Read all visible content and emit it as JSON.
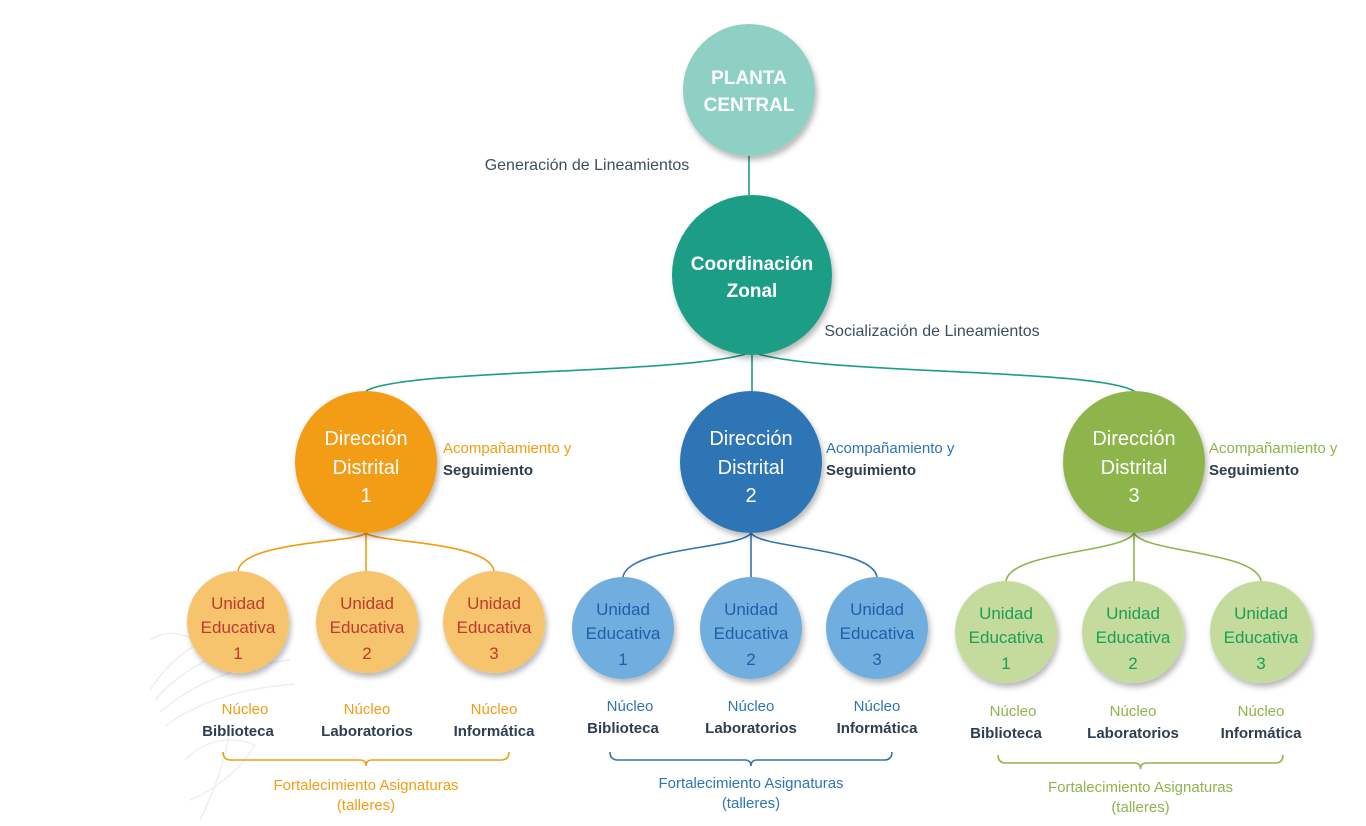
{
  "colors": {
    "planta": "#8ED0C4",
    "coordinacion": "#1A9E86",
    "teal_line": "#1A9E86",
    "orange": "#F39C12",
    "orange_light": "#F7C46E",
    "orange_text": "#C0392B",
    "blue": "#2E75B6",
    "blue_light": "#6FAEDF",
    "blue_text": "#1F5FA8",
    "green": "#8DB54B",
    "green_light": "#C5DB9E",
    "green_text": "#1AA050",
    "dark_text": "#2C3E50",
    "caption_text": "#3C4F5E"
  },
  "root": {
    "line1": "PLANTA",
    "line2": "CENTRAL"
  },
  "root_caption": "Generación de Lineamientos",
  "coordination": {
    "line1": "Coordinación",
    "line2": "Zonal"
  },
  "coordination_caption": "Socialización de Lineamientos",
  "districts": [
    {
      "line1": "Dirección",
      "line2": "Distrital",
      "line3": "1",
      "caption_line1": "Acompañamiento y",
      "caption_line2": "Seguimiento",
      "units": [
        {
          "line1": "Unidad",
          "line2": "Educativa",
          "line3": "1",
          "nucleo": "Núcleo",
          "area": "Biblioteca"
        },
        {
          "line1": "Unidad",
          "line2": "Educativa",
          "line3": "2",
          "nucleo": "Núcleo",
          "area": "Laboratorios"
        },
        {
          "line1": "Unidad",
          "line2": "Educativa",
          "line3": "3",
          "nucleo": "Núcleo",
          "area": "Informática"
        }
      ],
      "footer_line1": "Fortalecimiento Asignaturas",
      "footer_line2": "(talleres)"
    },
    {
      "line1": "Dirección",
      "line2": "Distrital",
      "line3": "2",
      "caption_line1": "Acompañamiento y",
      "caption_line2": "Seguimiento",
      "units": [
        {
          "line1": "Unidad",
          "line2": "Educativa",
          "line3": "1",
          "nucleo": "Núcleo",
          "area": "Biblioteca"
        },
        {
          "line1": "Unidad",
          "line2": "Educativa",
          "line3": "2",
          "nucleo": "Núcleo",
          "area": "Laboratorios"
        },
        {
          "line1": "Unidad",
          "line2": "Educativa",
          "line3": "3",
          "nucleo": "Núcleo",
          "area": "Informática"
        }
      ],
      "footer_line1": "Fortalecimiento Asignaturas",
      "footer_line2": "(talleres)"
    },
    {
      "line1": "Dirección",
      "line2": "Distrital",
      "line3": "3",
      "caption_line1": "Acompañamiento y",
      "caption_line2": "Seguimiento",
      "units": [
        {
          "line1": "Unidad",
          "line2": "Educativa",
          "line3": "1",
          "nucleo": "Núcleo",
          "area": "Biblioteca"
        },
        {
          "line1": "Unidad",
          "line2": "Educativa",
          "line3": "2",
          "nucleo": "Núcleo",
          "area": "Laboratorios"
        },
        {
          "line1": "Unidad",
          "line2": "Educativa",
          "line3": "3",
          "nucleo": "Núcleo",
          "area": "Informática"
        }
      ],
      "footer_line1": "Fortalecimiento Asignaturas",
      "footer_line2": "(talleres)"
    }
  ]
}
